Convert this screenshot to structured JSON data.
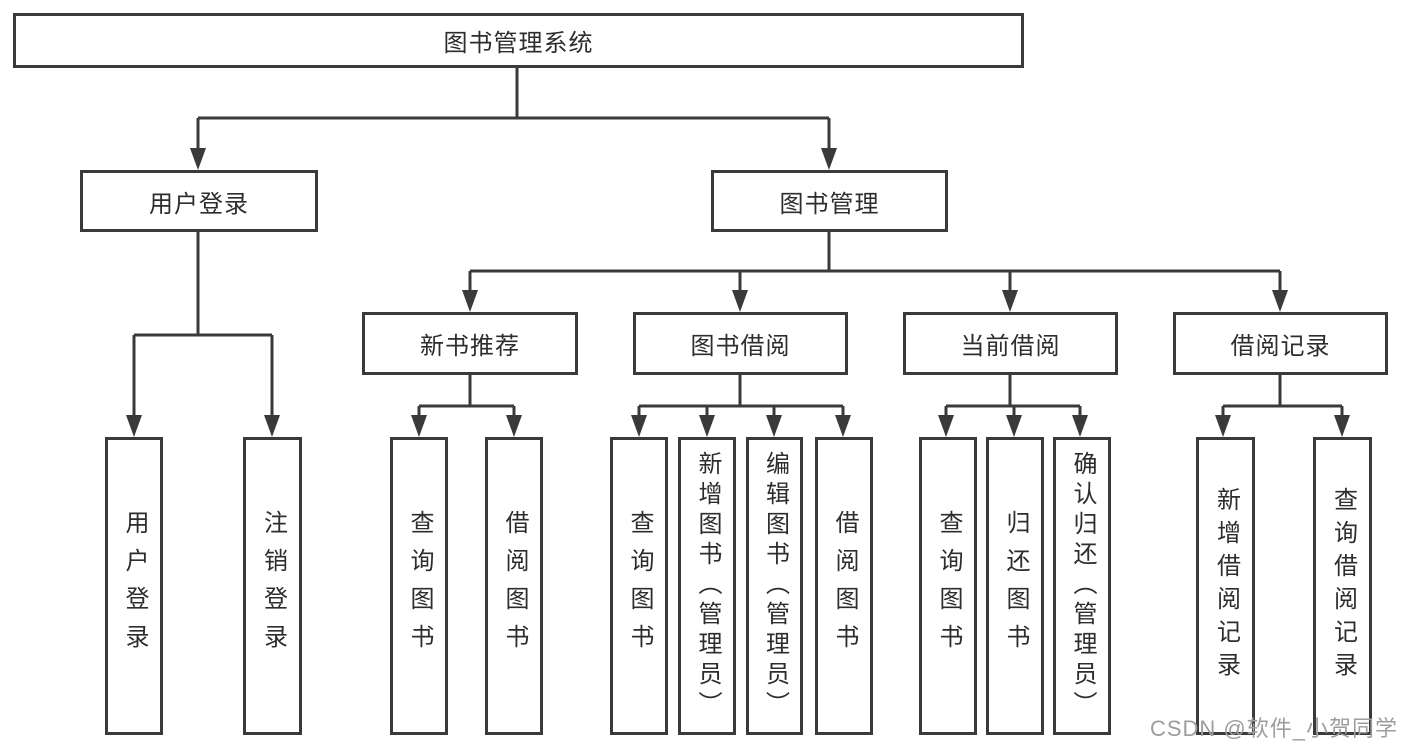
{
  "diagram": {
    "root": {
      "label": "图书管理系统",
      "children": [
        {
          "label": "用户登录",
          "children": [
            {
              "label": "用户登录"
            },
            {
              "label": "注销登录"
            }
          ]
        },
        {
          "label": "图书管理",
          "children": [
            {
              "label": "新书推荐",
              "children": [
                {
                  "label": "查询图书"
                },
                {
                  "label": "借阅图书"
                }
              ]
            },
            {
              "label": "图书借阅",
              "children": [
                {
                  "label": "查询图书"
                },
                {
                  "label": "新增图书（管理员）"
                },
                {
                  "label": "编辑图书（管理员）"
                },
                {
                  "label": "借阅图书"
                }
              ]
            },
            {
              "label": "当前借阅",
              "children": [
                {
                  "label": "查询图书"
                },
                {
                  "label": "归还图书"
                },
                {
                  "label": "确认归还（管理员）"
                }
              ]
            },
            {
              "label": "借阅记录",
              "children": [
                {
                  "label": "新增借阅记录"
                },
                {
                  "label": "查询借阅记录"
                }
              ]
            }
          ]
        }
      ]
    },
    "colors": {
      "line": "#3a3a3a",
      "box_border": "#3a3a3a",
      "box_background": "#ffffff",
      "text": "#2d2d2d",
      "watermark": "#9d9d9d",
      "page_background": "#ffffff"
    }
  },
  "watermark": {
    "text": "CSDN @软件_小贺同学"
  }
}
